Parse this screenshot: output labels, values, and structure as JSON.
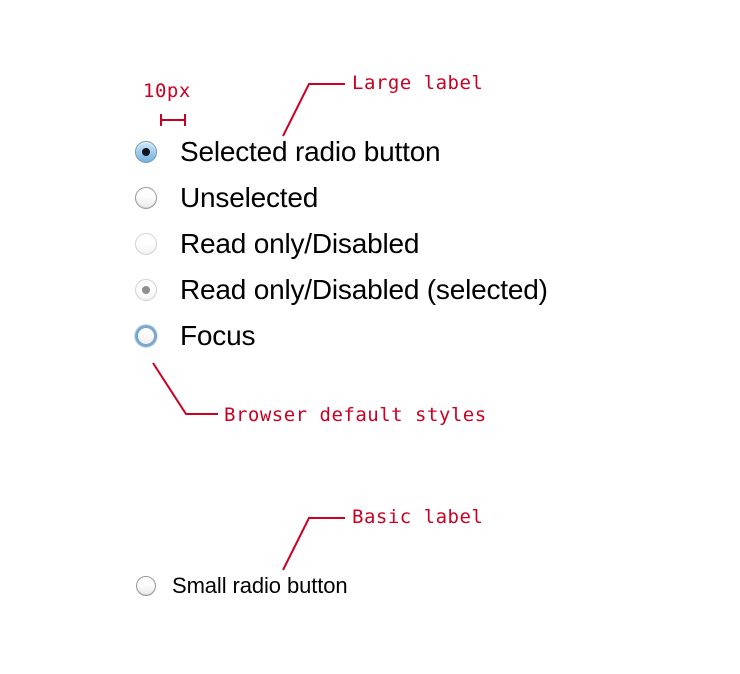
{
  "annotations": {
    "measure": {
      "text": "10px",
      "name": "gap-measurement-label"
    },
    "large_label": {
      "text": "Large label"
    },
    "browser_default": {
      "text": "Browser default styles"
    },
    "basic_label": {
      "text": "Basic label"
    },
    "color": "#cc0022"
  },
  "large_group": {
    "rows": [
      {
        "label": "Selected radio button",
        "state": "selected",
        "icon": "radio-selected-icon"
      },
      {
        "label": "Unselected",
        "state": "unselected",
        "icon": "radio-unselected-icon"
      },
      {
        "label": "Read only/Disabled",
        "state": "disabled",
        "icon": "radio-disabled-icon"
      },
      {
        "label": "Read only/Disabled (selected)",
        "state": "disabled-selected",
        "icon": "radio-disabled-selected-icon"
      },
      {
        "label": "Focus",
        "state": "focus",
        "icon": "radio-focus-icon"
      }
    ]
  },
  "small_group": {
    "rows": [
      {
        "label": "Small radio button",
        "state": "unselected",
        "icon": "radio-unselected-icon"
      }
    ]
  },
  "colors": {
    "selected_fill": "#a8d2f2",
    "selected_dot": "#10131c",
    "focus_ring": "#7ba7cf",
    "border": "#9a9a9a",
    "disabled_border": "#d3d3d3",
    "disabled_dot": "#8e8e8e",
    "label_text": "#000000",
    "annotation": "#cc0022"
  }
}
